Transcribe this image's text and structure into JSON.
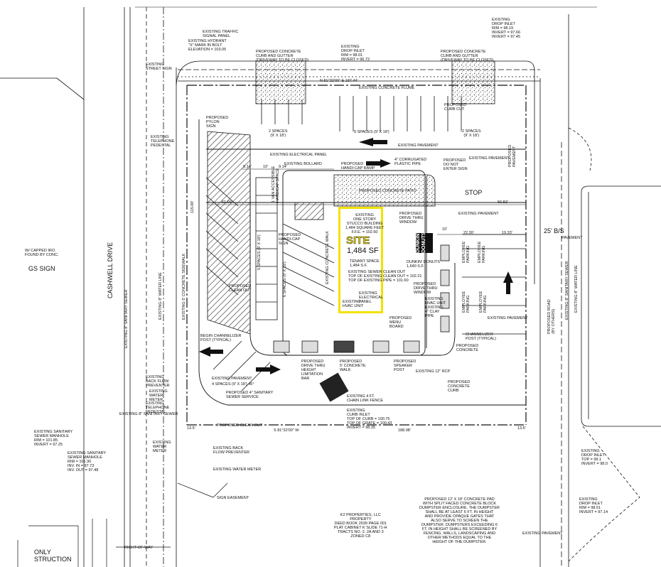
{
  "site": {
    "title": "SITE",
    "area": "1,484 SF",
    "existing_building": "EXISTING\nONE STORY\nSTUCCO BUILDING\n1,484 SQUARE FEET\nF.F.E. = 102.60"
  },
  "labels": {
    "cashwell_drive": "CASHWELL DRIVE",
    "proposed_road": "PROPOSED ROAD\n(BY OTHERS)",
    "proposed_pylon_sign": "PROPOSED\nPYLON\nSIGN",
    "existing_traffic_signal_panel": "EXISTING TRAFFIC\nSIGNAL PANEL",
    "existing_hydrant": "EXISTING HYDRANT\n\"X\" MARK IN BOLT\nELEVATION = 103.05",
    "existing_street_sign": "EXISTING\nSTREET SIGN",
    "proposed_curb_gutter_left": "PROPOSED CONCRETE\nCURB AND GUTTER\n(DRIVEWAY TO BE CLOSED)",
    "proposed_curb_gutter_right": "PROPOSED CONCRETE\nCURB AND GUTTER\n(DRIVEWAY TO BE CLOSED)",
    "existing_drop_inlet_top": "EXISTING\nDROP INLET\nRIM = 98.01\nINVERT = 96.72",
    "existing_drop_inlet_tr": "EXISTING\nDROP INLET\nRIM = 98.19\nINVERT = 97.66\nINVERT = 97.45",
    "existing_concrete_flume": "EXISTING CONCRETE FLUME",
    "proposed_curb_cut": "PROPOSED\nCURB CUT",
    "existing_telephone_pedestal": "EXISTING\nTELEPHONE\nPEDESTAL",
    "spaces_2_left": "2 SPACES\n(9' X 18')",
    "spaces_9": "9 SPACES (9' X 18')",
    "spaces_2_right": "2 SPACES\n(9' X 18')",
    "existing_electrical_panel": "EXISTING ELECTRICAL PANEL",
    "existing_pavement_top": "EXISTING PAVEMENT",
    "existing_bollard": "EXISTING BOLLARD",
    "proposed_handicap_ramp": "PROPOSED\nHANDI-CAP RAMP",
    "corrugated_pipe": "4\" CORRUGATED\nPLASTIC PIPE",
    "do_not_enter": "PROPOSED\nDO NOT\nENTER SIGN",
    "proposed_concrete_patio": "PROPOSED CONCRETE PATIO",
    "stop": "STOP",
    "van_accessible": "1 VAN ACCESSIBLE\nHANDICAP SPACE",
    "proposed_handicap_sign": "PROPOSED\nHANDI-CAP\nSIGN",
    "spaces_5": "5 SPACES (9' X 18')",
    "spaces_6": "6 SPACES (9' X 18')",
    "proposed_clean_out_mid": "PROPOSED\nCLEAN OUT",
    "existing_concrete_walk": "EXISTING CONCRETE WALK",
    "tenant_space": "TENANT SPACE\n1,484 S.F.",
    "existing_sewer_clean_out": "EXISTING SEWER CLEAN OUT\nTOP OF EXISTING CLEAN OUT = 102.21\nTOP OF EXISTING PIPE = 101.60",
    "existing_electrical_panel_2": "EXISTING\nELECTRICAL\nPANEL",
    "existing_hvac": "EXISTING\nHVAC UNIT",
    "proposed_drive_thru_window": "PROPOSED\nDRIVE THRU\nWINDOW",
    "dunkin_donuts": "DUNKIN' DONUTS\n1,640 S.F.",
    "proposed_drive_thru_window_2": "PROPOSED\nDRIVE THRU\nWINDOW",
    "existing_hvac_2": "EXISTING\nHVAC UNIT\nEXISTING\n4\" CLAY\nPIPE",
    "employee_parking_1": "EMPLOYEE\nPARKING",
    "employee_parking_2": "EMPLOYEE\nPARKING",
    "employee_parking_3": "EMPLOYEE\nPARKING",
    "employee_parking_4": "EMPLOYEE\nPARKING",
    "proposed_menu_board": "PROPOSED\nMENU\nBOARD",
    "existing_pavement_right": "EXISTING PAVEMENT",
    "existing_pavement_mid": "EXISTING PAVEMENT",
    "begin_channelizer": "BEGIN CHANNELIZER\nPOST (TYPICAL)",
    "channelizer_post": "CHANNELIZER\nPOST (TYPICAL)",
    "proposed_concrete": "PROPOSED\nCONCRETE",
    "proposed_concrete_curb": "PROPOSED\nCONCRETE\nCURB",
    "existing_pavement_left": "EXISTING PAVEMENT",
    "spaces_4": "4 SPACES (9' X 18') 45°",
    "proposed_drive_thru_limitation": "PROPOSED\nDRIVE THRU\nHEIGHT\nLIMITATION\nBAR",
    "proposed_concrete_walk": "PROPOSED\n5' CONCRETE\nWALK",
    "proposed_speaker_post": "PROPOSED\nSPEAKER\nPOST",
    "existing_12_rcp": "EXISTING 12\" RCP",
    "existing_chain_link": "EXISTING 4 FT.\nCHAIN LINK FENCE",
    "existing_curb_inlet": "EXISTING\nCURB INLET\nTOP OF CURB = 100.75\nTOP OF GRATE = 100.43\nINVERT = 98.35",
    "proposed_sanitary_sewer": "PROPOSED 4\" SANITARY\nSEWER SERVICE",
    "existing_back_flow": "EXISTING\nBACK FLOW\nPREVENTER",
    "existing_water_meter_1": "EXISTING\nWATER\nMETER",
    "existing_telephone_pedestal_2": "EXISTING\nTELEPHONE\nPEDESTAL",
    "existing_sanitary_sewer": "EXISTING 8\" SANITARY SEWER",
    "proposed_clean_out_bottom": "PROPOSED CLEAN OUT",
    "existing_sanitary_sewer_manhole": "EXISTING SANITARY\nSEWER MANHOLE\nRIM = 101.85\nINVERT = 97.25",
    "existing_sanitary_sewer_manhole_2": "EXISTING SANITARY\nSEWER MANHOLE\nRIM = 101.30\nINV. IN = 97.73\nINV. OUT = 97.48",
    "existing_water_meter_2": "EXISTING\nWATER\nMETER",
    "existing_back_flow_2": "EXISTING BACK\nFLOW PREVENTER",
    "existing_water_meter_3": "EXISTING WATER METER",
    "sign_easement": "SIGN EASEMENT",
    "k2_properties": "K2 PROPERTIES, LLC\nPROPERTY\nDEED BOOK 2039 PAGE 001\nPLAT CABINET K SLIDE 71-H\nTRACTS NO. 2, 2A AND 3\nZONED C8",
    "dumpster_note": "PROPOSED 12' X 18' CONCRETE PAD\nWITH SPLIT FACED CONCRETE BLOCK\nDUMPSTER ENCLOSURE. THE DUMPSTER\nSHALL BE AT LEAST 6 FT. IN HEIGHT\nAND PROVIDE OPAQUE GATES THAT\nALSO SERVE TO SCREEN THE\nDUMPSTER. DUMPSTERS EXCEEDING 6\nFT. IN HEIGHT SHALL BE SCREENED BY\nFENCING, WALLS, LANDSCAPING AND\nOTHER METHODS EQUAL TO THE\nHEIGHT OF THE DUMPSTER.",
    "existing_pavement_bottom": "EXISTING PAVEMENT",
    "existing_drop_inlet_br1": "EXISTING\nDROP INLET\nTOP = 99.1\nINVERT = 98.0",
    "existing_drop_inlet_br2": "EXISTING\nDROP INLET\nRIM = 98.51\nINVERT = 97.14",
    "right_of_way": "RIGHT-OF-WAY",
    "capped_iron": "W/ CAPPED IRO.\nFOUND BY CONC.",
    "sign_fragment": "GS SIGN",
    "only_fragment": "ONLY\nSTRUCTION",
    "existing_water_line": "EXISTING 8\" WATER LINE",
    "existing_sanitary_sewer_left": "EXISTING 8\" SANITARY SEWER",
    "existing_concrete_sidewalk": "EXISTING 5' CONCRETE SIDEWALK",
    "pavement_right": "PAVEMENT",
    "dim_25": "25' B/S",
    "sanitary_sewer_right": "EXISTING 8\" SANITARY SEWER",
    "water_line_right": "EXISTING 8\" WATER LINE",
    "proposed_right": "PROPOSED\nPAVEMENT",
    "bollard_note": "EXISTING PAVEMENT",
    "dimension_115": "115.00'",
    "dimension_188": "188.98'",
    "dimension_s": "S 81°32'00\" W",
    "dimension_top": "N 81°32'00\" E 187.44'",
    "dimension_9_14_a": "9.14'",
    "dimension_10": "10'",
    "dimension_9_14_b": "9.14'",
    "dimension_61": "61.00'",
    "dimension_50": "50.82'",
    "dimension_22": "22.30'",
    "dimension_19": "19.33'",
    "dimension_10b": "10'",
    "dimension_bottom_1": "13.5'",
    "dimension_bottom_2": "13.5'"
  },
  "colors": {
    "site_outline": "#f3e100",
    "ink": "#111111",
    "hatch": "#333333",
    "gravel": "#555555"
  }
}
